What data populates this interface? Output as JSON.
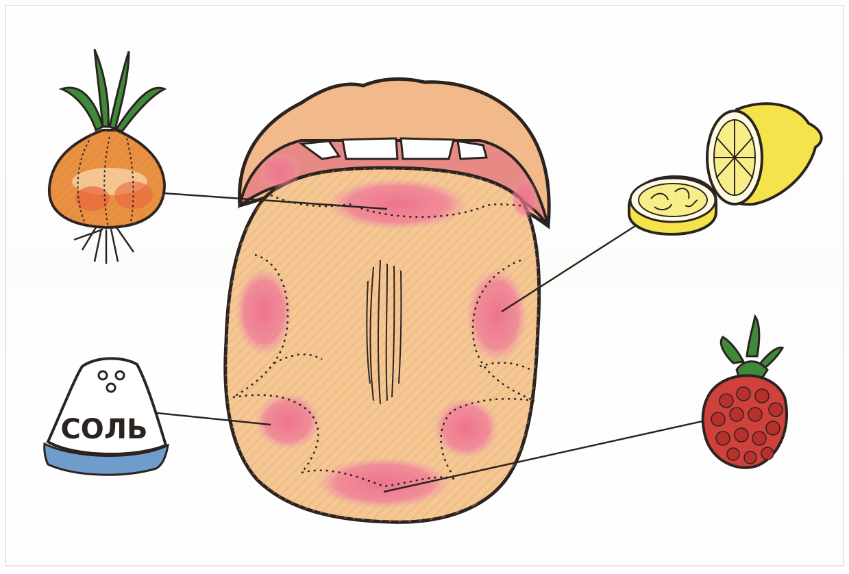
{
  "diagram": {
    "salt_label": "СОЛЬ",
    "regions": [
      {
        "id": "tip",
        "taste": "sweet",
        "connected_item": "raspberry-icon"
      },
      {
        "id": "front-sides",
        "taste": "salty",
        "connected_item": "salt-shaker-icon"
      },
      {
        "id": "back-sides",
        "taste": "sour",
        "connected_item": "lemon-icon"
      },
      {
        "id": "back",
        "taste": "bitter",
        "connected_item": "onion-icon"
      }
    ],
    "colors": {
      "tongue": "#f4c793",
      "taste_zone": "#ec7f97",
      "lips": "#f2b98a",
      "onion": "#e8923f",
      "lemon": "#f4e34a",
      "raspberry": "#d0413c",
      "leaves": "#3f8a3a",
      "salt_base": "#6f9ccb",
      "outline": "#2b2320"
    }
  }
}
